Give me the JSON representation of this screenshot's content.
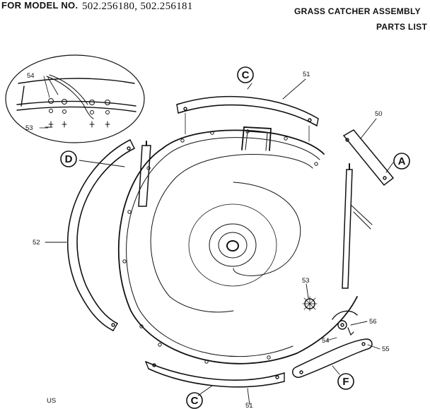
{
  "header": {
    "model_prefix": "FOR MODEL NO.",
    "model_numbers": "502.256180, 502.256181",
    "title_line1": "GRASS CATCHER ASSEMBLY",
    "title_line2": "PARTS LIST"
  },
  "part_labels": {
    "p51_top": "51",
    "p50": "50",
    "p52": "52",
    "p53_detail": "53",
    "p54_detail": "54",
    "p53": "53",
    "p54": "54",
    "p55": "55",
    "p56": "56",
    "p51_bottom": "51"
  },
  "callouts": {
    "c_top": "C",
    "a": "A",
    "d": "D",
    "c_bottom": "C",
    "f": "F"
  },
  "footer": {
    "left_mark": "US"
  }
}
